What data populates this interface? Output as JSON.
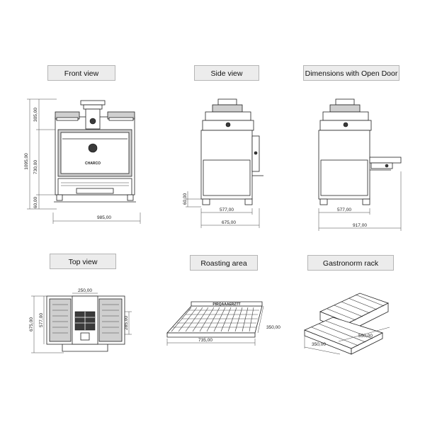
{
  "labels": {
    "front": "Front view",
    "side": "Side view",
    "open_door": "Dimensions with Open Door",
    "top": "Top view",
    "roasting": "Roasting area",
    "gastronorm": "Gastronorm rack"
  },
  "front_dims": {
    "height_total": "1095,00",
    "height_top": "305,00",
    "height_body": "730,00",
    "height_base": "60,00",
    "width": "985,00"
  },
  "side_dims": {
    "base_height": "60,00",
    "inner_depth": "577,00",
    "depth": "675,00"
  },
  "open_dims": {
    "inner_depth": "577,00",
    "depth_open": "917,00"
  },
  "top_dims": {
    "center_width": "250,00",
    "depth": "675,00",
    "inner_depth": "577,00",
    "right_depth": "285,00"
  },
  "roast_dims": {
    "width": "735,00",
    "depth": "350,00",
    "grill_text": "PIRQAAAERZTT"
  },
  "gastro_dims": {
    "width": "550,00",
    "depth": "350,00"
  }
}
